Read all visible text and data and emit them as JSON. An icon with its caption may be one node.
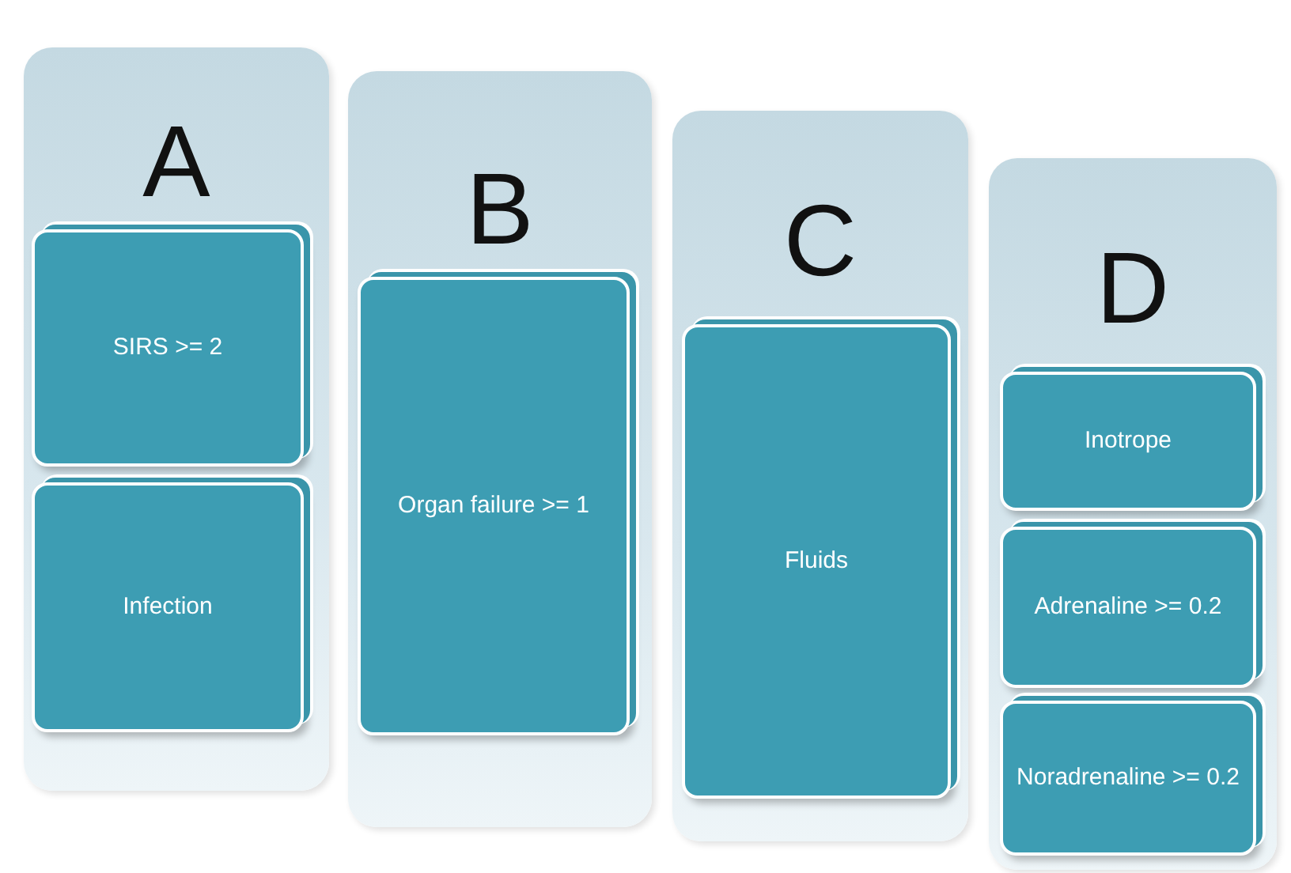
{
  "diagram": {
    "nodes": [
      {
        "text": [
          "A"
        ]
      },
      {
        "text": [
          "SIRS >= 2"
        ],
        "in": 0
      },
      {
        "text": [
          "Infection"
        ],
        "in": 0
      },
      {
        "text": [
          "B"
        ]
      },
      {
        "text": [
          "Organ failure >= 1"
        ],
        "in": 3
      },
      {
        "text": [
          "C"
        ]
      },
      {
        "text": [
          "Fluids"
        ],
        "in": 5
      },
      {
        "text": [
          "D"
        ]
      },
      {
        "text": [
          "Inotrope"
        ],
        "in": 7
      },
      {
        "text": [
          "Adrenaline >= 0.2"
        ],
        "in": 7
      },
      {
        "text": [
          "Noradrenaline >= 0.2"
        ],
        "in": 7
      }
    ]
  }
}
